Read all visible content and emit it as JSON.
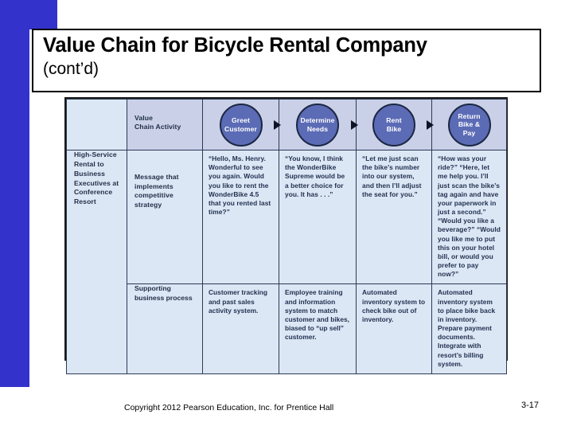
{
  "slide": {
    "title_line1": "Value Chain for Bicycle Rental Company",
    "title_line2": "(cont’d)"
  },
  "diagram": {
    "header": {
      "row_label": "Value\nChain Activity",
      "nodes": [
        {
          "label": "Greet\nCustomer",
          "has_arrow": false
        },
        {
          "label": "Determine\nNeeds",
          "has_arrow": true
        },
        {
          "label": "Rent\nBike",
          "has_arrow": true
        },
        {
          "label": "Return\nBike &\nPay",
          "has_arrow": true
        }
      ]
    },
    "scope_label": "High-Service Rental to Business Executives at Conference Resort",
    "rows": [
      {
        "row_label": "Message that implements competitive strategy",
        "cells": [
          "“Hello, Ms. Henry. Wonderful to see you again. Would you like to rent the WonderBike 4.5 that you rented last time?”",
          "“You know, I think the WonderBike Supreme would be a better choice for you. It has . . .”",
          "“Let me just scan the bike’s number into our system, and then I’ll adjust the seat for you.”",
          "“How was your ride?” “Here, let me help you. I’ll just scan the bike’s tag again and have your paperwork in just a second.” “Would you like a beverage?” “Would you like me to put this on your hotel bill, or would you prefer to pay now?”"
        ]
      },
      {
        "row_label": "Supporting business process",
        "cells": [
          "Customer tracking and past sales activity system.",
          "Employee training and information system to match customer and bikes, biased to “up sell” customer.",
          "Automated inventory system to check bike out of inventory.",
          "Automated inventory system to place bike back in inventory. Prepare payment documents. Integrate with resort’s billing system."
        ]
      }
    ]
  },
  "footer": {
    "copyright": "Copyright  2012 Pearson Education, Inc. for Prentice Hall",
    "page_number": "3-17"
  },
  "colors": {
    "deco_bar": "#3333cc",
    "table_fill": "#dce7f5",
    "header_band": "#c9d0e8",
    "node_fill": "#5b6bb5",
    "node_stroke": "#1c2742",
    "text_dark": "#1f2d46"
  }
}
